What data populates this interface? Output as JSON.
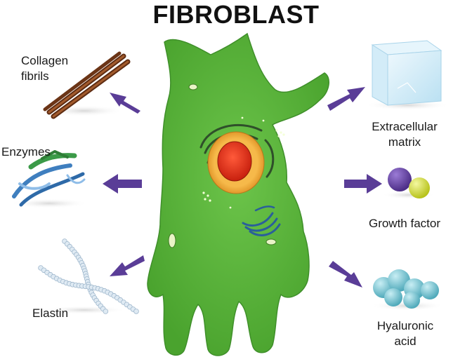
{
  "title": "FIBROBLAST",
  "products": [
    {
      "label_line1": "Collagen",
      "label_line2": "fibrils",
      "icon": "collagen-fibrils-icon"
    },
    {
      "label_line1": "Enzymes",
      "label_line2": "",
      "icon": "enzyme-protein-icon"
    },
    {
      "label_line1": "Elastin",
      "label_line2": "",
      "icon": "elastin-fiber-icon"
    },
    {
      "label_line1": "Extracellular",
      "label_line2": "matrix",
      "icon": "extracellular-matrix-cube-icon"
    },
    {
      "label_line1": "Growth factor",
      "label_line2": "",
      "icon": "growth-factor-spheres-icon"
    },
    {
      "label_line1": "Hyaluronic",
      "label_line2": "acid",
      "icon": "hyaluronic-acid-bubbles-icon"
    }
  ],
  "colors": {
    "cell": "#5bb13b",
    "cell_outline": "#3f8f2a",
    "arrow": "#5a3d97",
    "nucleus": "#e0331e",
    "nucleus_ring": "#f0a53a",
    "collagen": "#7b3f1d",
    "enzyme_green": "#3b9a48",
    "enzyme_blue": "#3f7fbf",
    "elastin": "#cfe0ee",
    "cube": "#cfeaf7",
    "growth_purple": "#6a47a8",
    "growth_yellow": "#d7e034",
    "hyaluronic": "#7cc6d3"
  }
}
